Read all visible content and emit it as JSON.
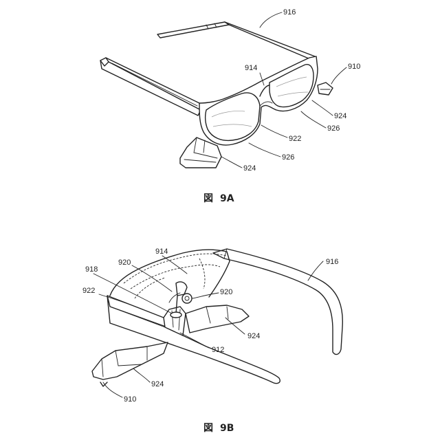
{
  "figures": [
    {
      "caption_glyph": "図",
      "caption_id": "9A",
      "refs": {
        "r916": "916",
        "r914": "914",
        "r910": "910",
        "r924a": "924",
        "r926a": "926",
        "r922": "922",
        "r926b": "926",
        "r924b": "924"
      }
    },
    {
      "caption_glyph": "図",
      "caption_id": "9B",
      "refs": {
        "r914": "914",
        "r918": "918",
        "r920a": "920",
        "r916": "916",
        "r922": "922",
        "r920b": "920",
        "r924a": "924",
        "r912": "912",
        "r924b": "924",
        "r910": "910"
      }
    }
  ]
}
